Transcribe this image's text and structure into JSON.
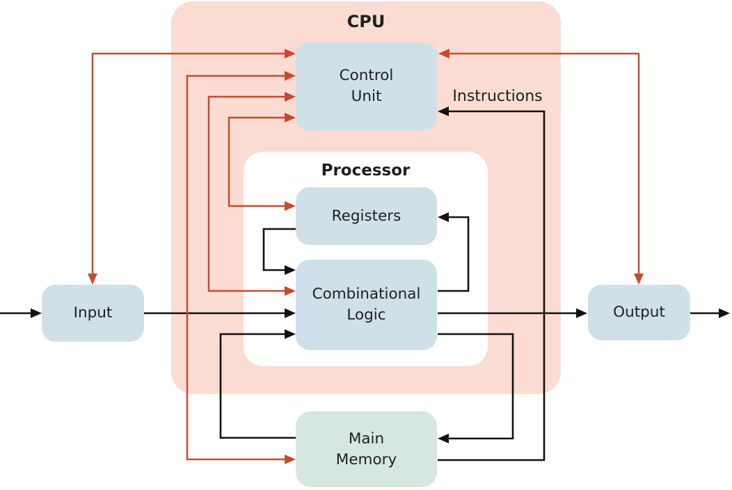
{
  "diagram": {
    "cpu_group_label": "CPU",
    "processor_group_label": "Processor",
    "instructions_label": "Instructions",
    "nodes": {
      "control_unit": "Control\nUnit",
      "registers": "Registers",
      "combinational_logic": "Combinational\nLogic",
      "main_memory": "Main\nMemory",
      "input": "Input",
      "output": "Output"
    },
    "edges": [
      {
        "from": "external-left",
        "to": "input",
        "color": "black",
        "bidirectional": false
      },
      {
        "from": "input",
        "to": "combinational_logic",
        "color": "black",
        "bidirectional": false
      },
      {
        "from": "combinational_logic",
        "to": "output",
        "color": "black",
        "bidirectional": false
      },
      {
        "from": "output",
        "to": "external-right",
        "color": "black",
        "bidirectional": false
      },
      {
        "from": "registers",
        "to": "combinational_logic",
        "color": "black",
        "bidirectional": false
      },
      {
        "from": "combinational_logic",
        "to": "registers",
        "color": "black",
        "bidirectional": false
      },
      {
        "from": "combinational_logic",
        "to": "main_memory",
        "color": "black",
        "bidirectional": false
      },
      {
        "from": "main_memory",
        "to": "combinational_logic",
        "color": "black",
        "bidirectional": false
      },
      {
        "from": "main_memory",
        "to": "control_unit",
        "color": "black",
        "bidirectional": false,
        "label": "Instructions"
      },
      {
        "from": "control_unit",
        "to": "input",
        "color": "red",
        "bidirectional": true
      },
      {
        "from": "control_unit",
        "to": "output",
        "color": "red",
        "bidirectional": true
      },
      {
        "from": "control_unit",
        "to": "registers",
        "color": "red",
        "bidirectional": true
      },
      {
        "from": "control_unit",
        "to": "combinational_logic",
        "color": "red",
        "bidirectional": true
      },
      {
        "from": "control_unit",
        "to": "main_memory",
        "color": "red",
        "bidirectional": true
      }
    ],
    "colors": {
      "container_pink": "#FADCD2",
      "box_blue": "#CFE0E8",
      "box_green": "#D5E7DE",
      "arrow_red": "#C64B2D",
      "arrow_black": "#111111",
      "text": "#1F1F1F",
      "processor_bg": "#FFFFFF"
    }
  }
}
